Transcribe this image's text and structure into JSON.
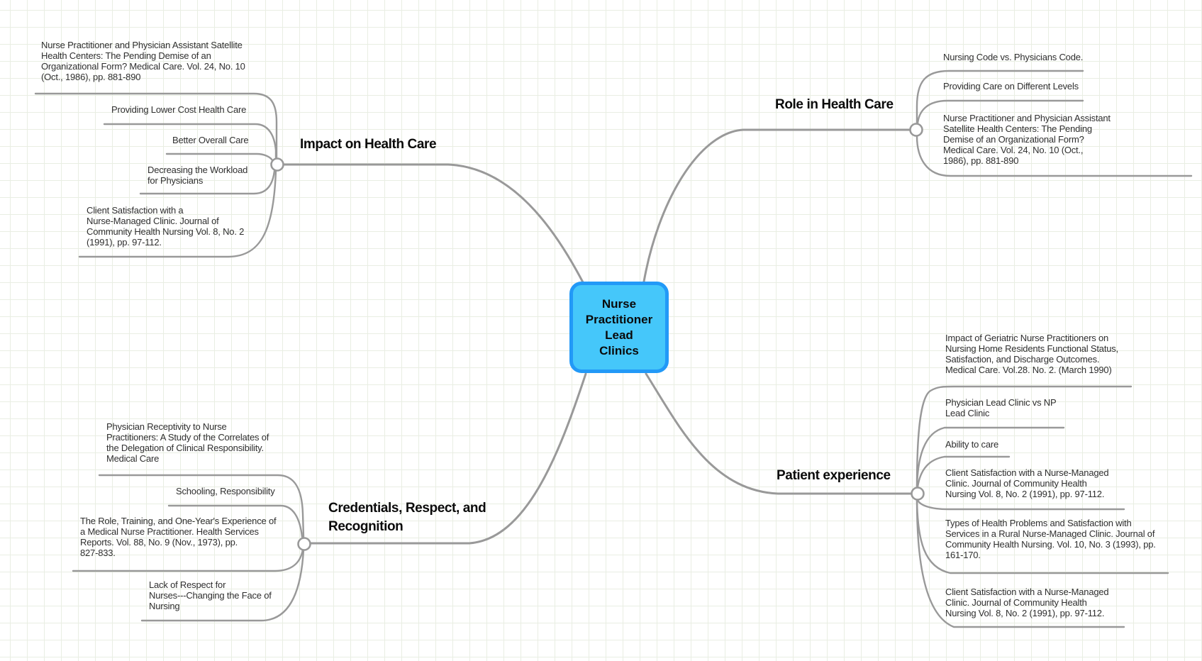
{
  "root": {
    "label": "Nurse\nPractitioner\nLead\nClinics"
  },
  "branches": [
    {
      "id": "impact",
      "label": "Impact on Health Care",
      "children": [
        {
          "text": "Nurse Practitioner and Physician Assistant Satellite\nHealth Centers: The Pending Demise of an\nOrganizational Form? Medical Care. Vol. 24, No. 10\n(Oct., 1986), pp. 881-890"
        },
        {
          "text": "Providing Lower Cost Health Care"
        },
        {
          "text": "Better Overall Care"
        },
        {
          "text": "Decreasing the Workload\nfor Physicians"
        },
        {
          "text": "Client Satisfaction with a\nNurse-Managed Clinic. Journal of\nCommunity Health Nursing Vol. 8, No. 2\n(1991), pp. 97-112."
        }
      ]
    },
    {
      "id": "role",
      "label": "Role in Health Care",
      "children": [
        {
          "text": "Nursing Code vs. Physicians Code."
        },
        {
          "text": "Providing Care on Different Levels"
        },
        {
          "text": "Nurse Practitioner and Physician Assistant\nSatellite Health Centers: The Pending\nDemise of an Organizational Form?\nMedical Care. Vol. 24, No. 10 (Oct.,\n1986), pp. 881-890"
        }
      ]
    },
    {
      "id": "credentials",
      "label": "Credentials, Respect, and\nRecognition",
      "children": [
        {
          "text": "Physician Receptivity to Nurse\nPractitioners: A Study of the Correlates of\nthe Delegation of Clinical Responsibility.\nMedical Care"
        },
        {
          "text": "Schooling, Responsibility"
        },
        {
          "text": "The Role, Training, and One-Year's Experience of\na Medical Nurse Practitioner. Health Services\nReports. Vol. 88, No. 9 (Nov., 1973), pp.\n827-833."
        },
        {
          "text": "Lack of Respect for\nNurses---Changing the Face of\nNursing"
        }
      ]
    },
    {
      "id": "patient",
      "label": "Patient experience",
      "children": [
        {
          "text": "Impact of Geriatric Nurse Practitioners on\nNursing Home Residents Functional Status,\nSatisfaction, and Discharge Outcomes.\nMedical Care. Vol.28. No. 2. (March 1990)"
        },
        {
          "text": "Physician Lead Clinic vs NP\nLead Clinic"
        },
        {
          "text": "Ability to care"
        },
        {
          "text": "Client Satisfaction with a Nurse-Managed\nClinic. Journal of Community Health\nNursing Vol. 8, No. 2 (1991), pp. 97-112."
        },
        {
          "text": "Types of Health Problems and Satisfaction with\nServices in a Rural Nurse-Managed Clinic. Journal of\nCommunity Health Nursing. Vol. 10, No. 3 (1993), pp.\n161-170."
        },
        {
          "text": "Client Satisfaction with a Nurse-Managed\nClinic. Journal of Community Health\nNursing Vol. 8, No. 2 (1991), pp. 97-112."
        }
      ]
    }
  ],
  "colors": {
    "root_fill": "#45c7fa",
    "root_border": "#2299f7",
    "line": "#999999",
    "grid": "#e9eee3"
  }
}
